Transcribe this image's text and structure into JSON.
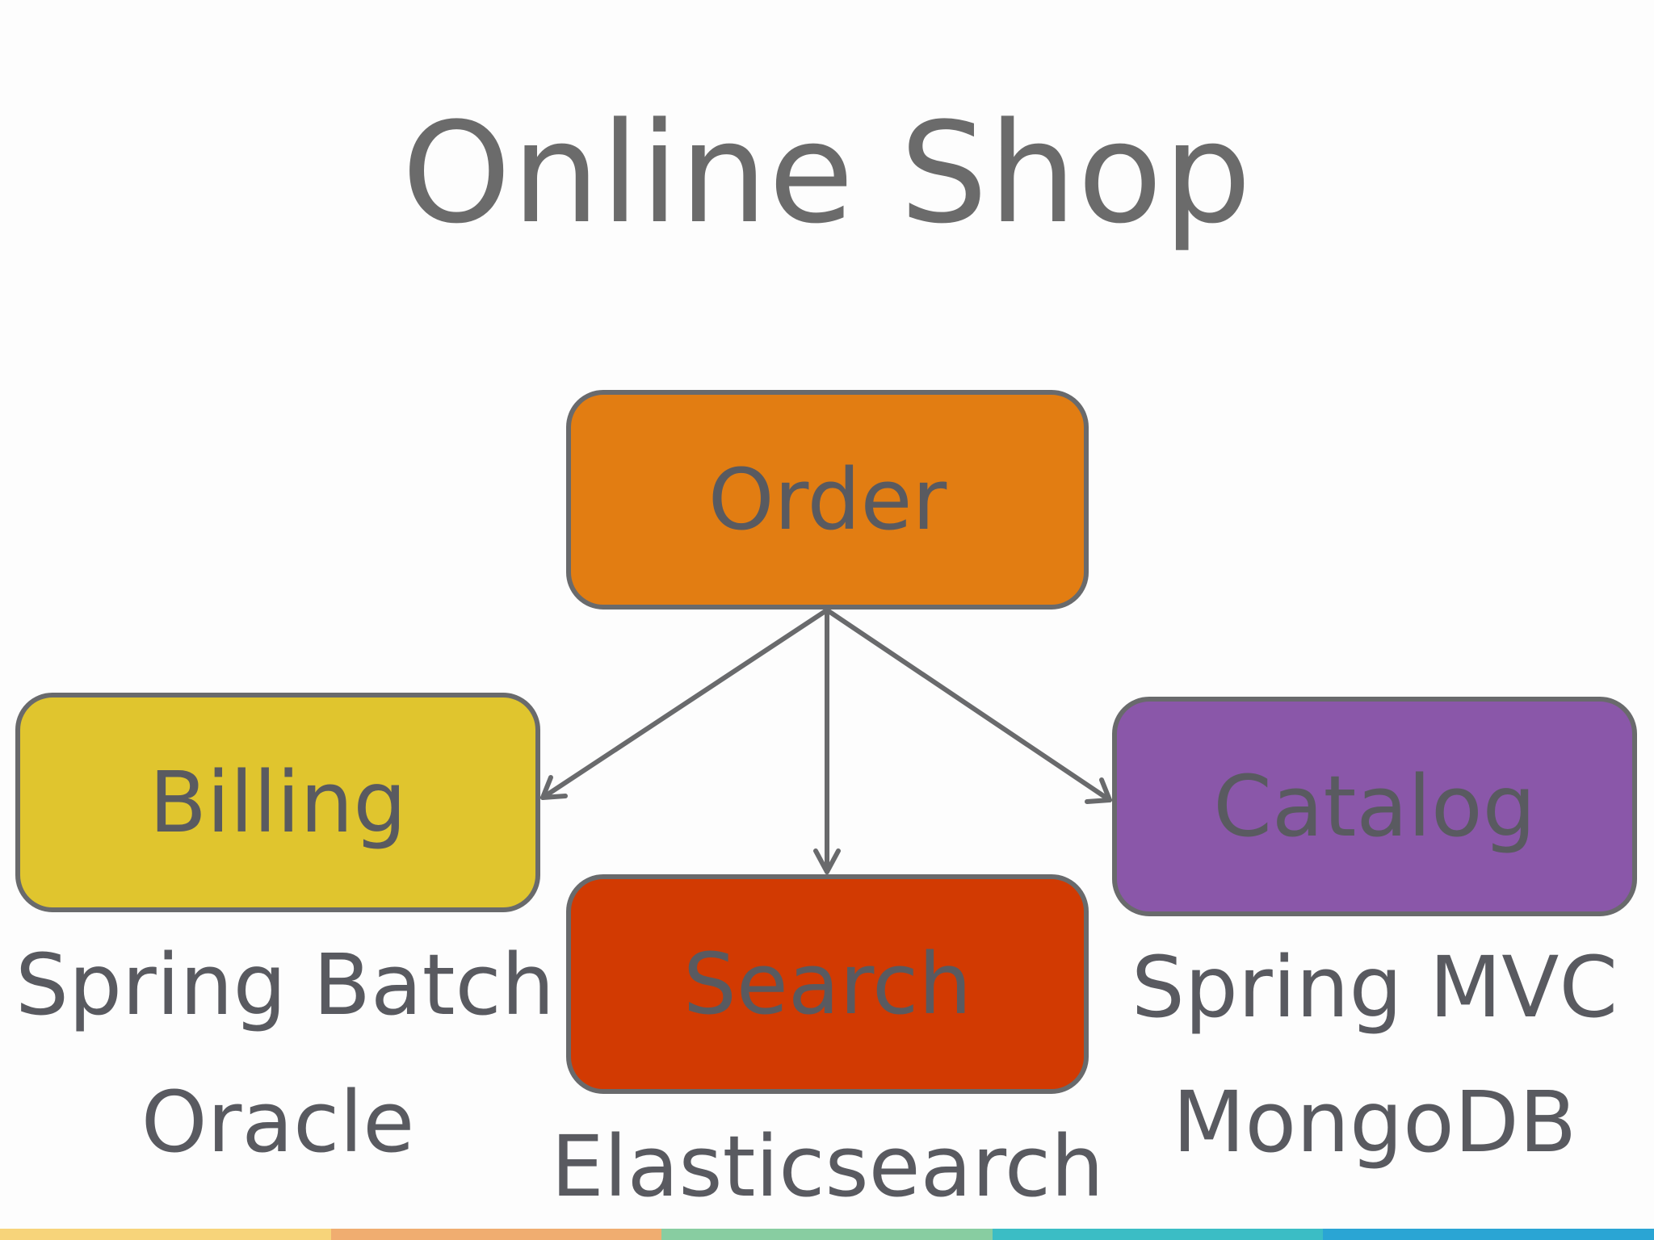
{
  "title": "Online Shop",
  "nodes": {
    "order": {
      "label": "Order",
      "color": "#e27d12"
    },
    "billing": {
      "label": "Billing",
      "color": "#e0c52e",
      "technologies": [
        "Spring Batch",
        "Oracle"
      ]
    },
    "search": {
      "label": "Search",
      "color": "#d23a02",
      "technologies": [
        "Elasticsearch"
      ]
    },
    "catalog": {
      "label": "Catalog",
      "color": "#8a57a9",
      "technologies": [
        "Spring MVC",
        "MongoDB"
      ]
    }
  },
  "edges": [
    {
      "from": "Order",
      "to": "Billing"
    },
    {
      "from": "Order",
      "to": "Search"
    },
    {
      "from": "Order",
      "to": "Catalog"
    }
  ],
  "footer_colors": [
    "#f7d47a",
    "#f0ad70",
    "#88cda1",
    "#3bbdc5",
    "#2aa5d4"
  ]
}
